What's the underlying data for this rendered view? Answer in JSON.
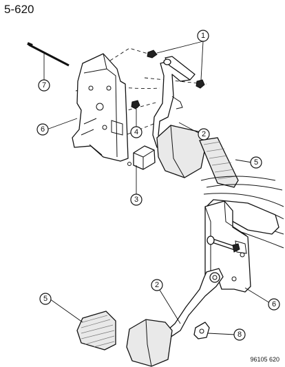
{
  "header": {
    "page_number": "5-620"
  },
  "footer": {
    "drawing_number": "96105 620"
  },
  "callouts": {
    "c1": "1",
    "c2a": "2",
    "c2b": "2",
    "c3": "3",
    "c4": "4",
    "c5a": "5",
    "c5b": "5",
    "c6a": "6",
    "c6b": "6",
    "c7": "7",
    "c8": "8"
  }
}
